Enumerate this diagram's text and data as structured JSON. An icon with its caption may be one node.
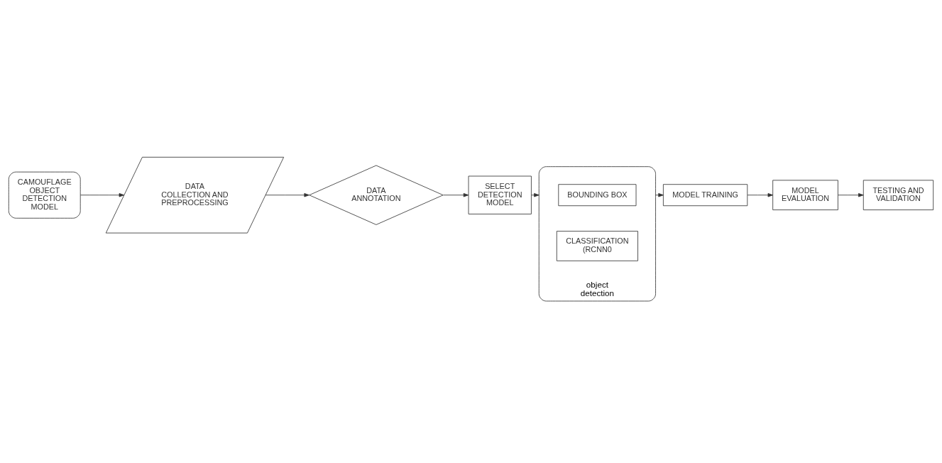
{
  "diagram": {
    "nodes": [
      {
        "text": [
          "CAMOUFLAGE OBJECT DETECTION MODEL"
        ]
      },
      {
        "text": [
          "DATA COLLECTION AND PREPROCESSING"
        ]
      },
      {
        "text": [
          "DATA ANNOTATION"
        ]
      },
      {
        "text": [
          "SELECT DETECTION MODEL"
        ]
      },
      {
        "text": [
          "object detection"
        ]
      },
      {
        "text": [
          "BOUNDING BOX"
        ],
        "in": 4
      },
      {
        "text": [
          "CLASSIFICATION (RCNN0"
        ],
        "in": 4
      },
      {
        "text": [
          "MODEL TRAINING"
        ]
      },
      {
        "text": [
          "MODEL EVALUATION"
        ]
      },
      {
        "text": [
          "TESTING AND VALIDATION"
        ]
      }
    ],
    "edges": [
      {
        "from": 0,
        "to": 1,
        "arrow": "to"
      },
      {
        "from": 1,
        "to": 2,
        "arrow": "to"
      },
      {
        "from": 2,
        "to": 3,
        "arrow": "to"
      },
      {
        "from": 3,
        "to": 4,
        "arrow": "to"
      },
      {
        "from": 4,
        "to": 7,
        "arrow": "to"
      },
      {
        "from": 7,
        "to": 8,
        "arrow": "to"
      },
      {
        "from": 8,
        "to": 9,
        "arrow": "to"
      }
    ]
  }
}
